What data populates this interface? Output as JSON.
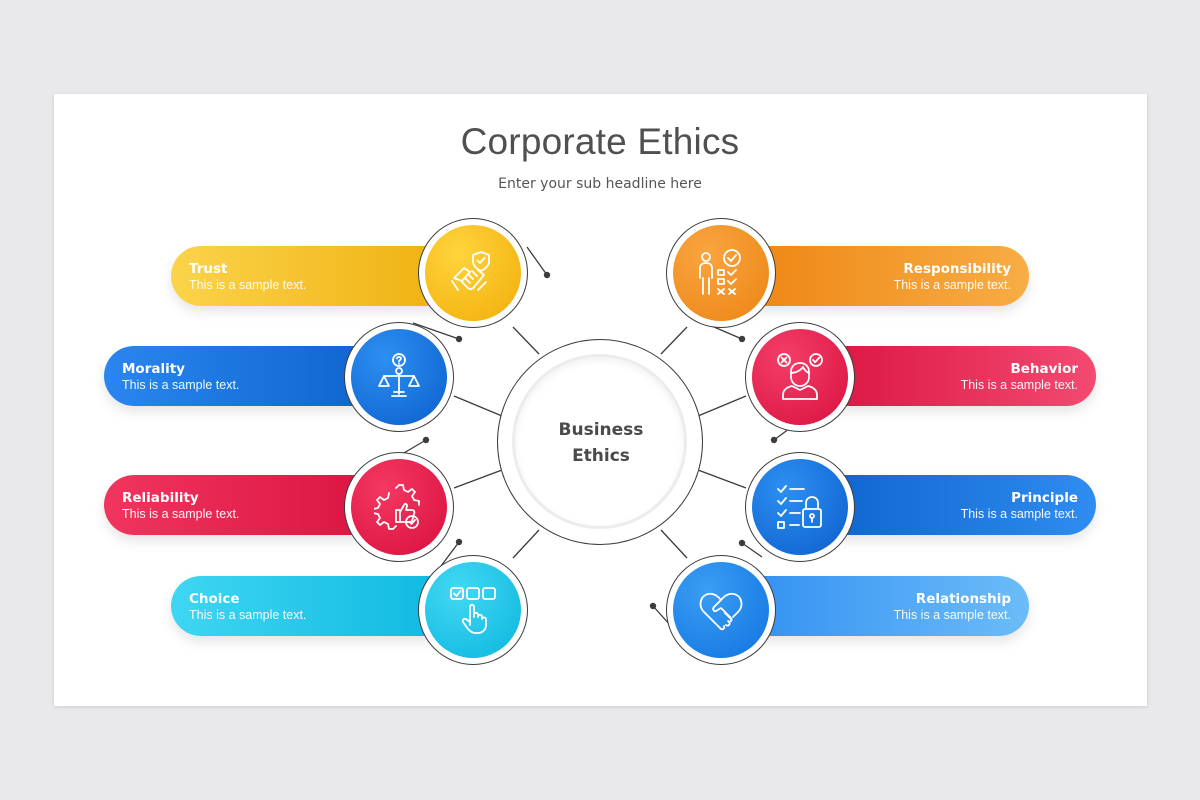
{
  "title": "Corporate Ethics",
  "subtitle": "Enter your sub headline here",
  "center": {
    "line1": "Business",
    "line2": "Ethics"
  },
  "colors": {
    "yellow": "#f3b414",
    "orange": "#ef8e1c",
    "blue": "#1a73de",
    "red": "#e61e4e",
    "cyan": "#19c3e6",
    "lightblue": "#3a9cf0"
  },
  "items": [
    {
      "title": "Trust",
      "text": "This is a sample text.",
      "icon": "handshake-shield-icon",
      "color": "#f3b414"
    },
    {
      "title": "Morality",
      "text": "This is a sample text.",
      "icon": "scales-person-icon",
      "color": "#1a73de"
    },
    {
      "title": "Reliability",
      "text": "This is a sample text.",
      "icon": "gear-thumbs-up-icon",
      "color": "#e61e4e"
    },
    {
      "title": "Choice",
      "text": "This is a sample text.",
      "icon": "hand-pointer-checkboxes-icon",
      "color": "#19c3e6"
    },
    {
      "title": "Responsibility",
      "text": "This is a sample text.",
      "icon": "person-checklist-icon",
      "color": "#ef8e1c"
    },
    {
      "title": "Behavior",
      "text": "This is a sample text.",
      "icon": "person-choice-icon",
      "color": "#e61e4e"
    },
    {
      "title": "Principle",
      "text": "This is a sample text.",
      "icon": "checklist-lock-icon",
      "color": "#1a73de"
    },
    {
      "title": "Relationship",
      "text": "This is a sample text.",
      "icon": "heart-handshake-icon",
      "color": "#3a9cf0"
    }
  ]
}
